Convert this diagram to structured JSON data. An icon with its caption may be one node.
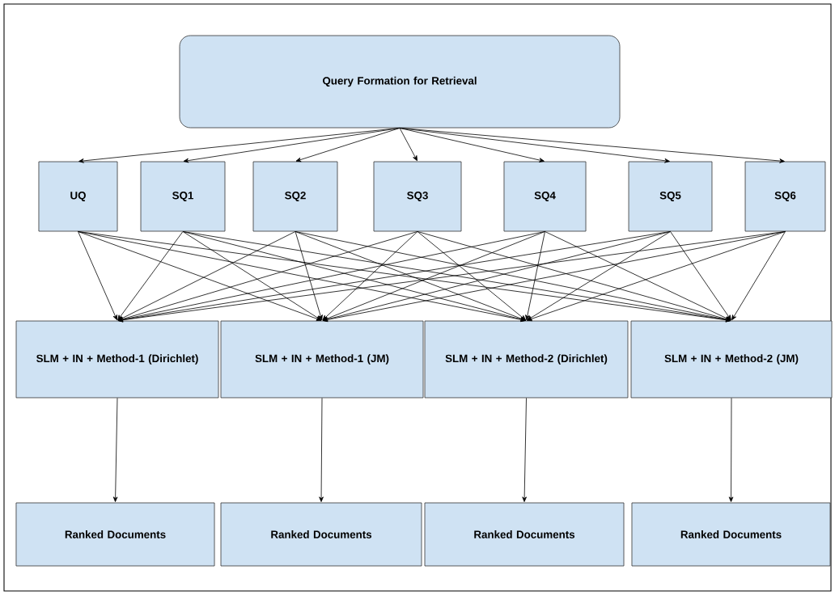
{
  "diagram": {
    "nodes": [
      {
        "text": [
          "Query Formation for Retrieval"
        ]
      },
      {
        "text": [
          "UQ"
        ]
      },
      {
        "text": [
          "SQ1"
        ]
      },
      {
        "text": [
          "SQ2"
        ]
      },
      {
        "text": [
          "SQ3"
        ]
      },
      {
        "text": [
          "SQ4"
        ]
      },
      {
        "text": [
          "SQ5"
        ]
      },
      {
        "text": [
          "SQ6"
        ]
      },
      {
        "text": [
          "SLM + IN + Method-1 (Dirichlet)"
        ]
      },
      {
        "text": [
          "SLM + IN + Method-1 (JM)"
        ]
      },
      {
        "text": [
          "SLM + IN + Method-2 (Dirichlet)"
        ]
      },
      {
        "text": [
          "SLM + IN + Method-2 (JM)"
        ]
      },
      {
        "text": [
          "Ranked Documents"
        ]
      },
      {
        "text": [
          "Ranked Documents"
        ]
      },
      {
        "text": [
          "Ranked Documents"
        ]
      },
      {
        "text": [
          "Ranked Documents"
        ]
      }
    ],
    "edges": [
      {
        "from": 0,
        "to": 1,
        "arrow": "to"
      },
      {
        "from": 0,
        "to": 2,
        "arrow": "to"
      },
      {
        "from": 0,
        "to": 3,
        "arrow": "to"
      },
      {
        "from": 0,
        "to": 4,
        "arrow": "to"
      },
      {
        "from": 0,
        "to": 5,
        "arrow": "to"
      },
      {
        "from": 0,
        "to": 6,
        "arrow": "to"
      },
      {
        "from": 0,
        "to": 7,
        "arrow": "to"
      },
      {
        "from": 1,
        "to": 8,
        "arrow": "to"
      },
      {
        "from": 1,
        "to": 9,
        "arrow": "to"
      },
      {
        "from": 1,
        "to": 10,
        "arrow": "to"
      },
      {
        "from": 1,
        "to": 11,
        "arrow": "to"
      },
      {
        "from": 2,
        "to": 8,
        "arrow": "to"
      },
      {
        "from": 2,
        "to": 9,
        "arrow": "to"
      },
      {
        "from": 2,
        "to": 10,
        "arrow": "to"
      },
      {
        "from": 2,
        "to": 11,
        "arrow": "to"
      },
      {
        "from": 3,
        "to": 8,
        "arrow": "to"
      },
      {
        "from": 3,
        "to": 9,
        "arrow": "to"
      },
      {
        "from": 3,
        "to": 10,
        "arrow": "to"
      },
      {
        "from": 3,
        "to": 11,
        "arrow": "to"
      },
      {
        "from": 4,
        "to": 8,
        "arrow": "to"
      },
      {
        "from": 4,
        "to": 9,
        "arrow": "to"
      },
      {
        "from": 4,
        "to": 10,
        "arrow": "to"
      },
      {
        "from": 4,
        "to": 11,
        "arrow": "to"
      },
      {
        "from": 5,
        "to": 8,
        "arrow": "to"
      },
      {
        "from": 5,
        "to": 9,
        "arrow": "to"
      },
      {
        "from": 5,
        "to": 10,
        "arrow": "to"
      },
      {
        "from": 5,
        "to": 11,
        "arrow": "to"
      },
      {
        "from": 6,
        "to": 8,
        "arrow": "to"
      },
      {
        "from": 6,
        "to": 9,
        "arrow": "to"
      },
      {
        "from": 6,
        "to": 10,
        "arrow": "to"
      },
      {
        "from": 6,
        "to": 11,
        "arrow": "to"
      },
      {
        "from": 7,
        "to": 8,
        "arrow": "to"
      },
      {
        "from": 7,
        "to": 9,
        "arrow": "to"
      },
      {
        "from": 7,
        "to": 10,
        "arrow": "to"
      },
      {
        "from": 7,
        "to": 11,
        "arrow": "to"
      },
      {
        "from": 8,
        "to": 12,
        "arrow": "to"
      },
      {
        "from": 9,
        "to": 13,
        "arrow": "to"
      },
      {
        "from": 10,
        "to": 14,
        "arrow": "to"
      },
      {
        "from": 11,
        "to": 15,
        "arrow": "to"
      }
    ]
  }
}
